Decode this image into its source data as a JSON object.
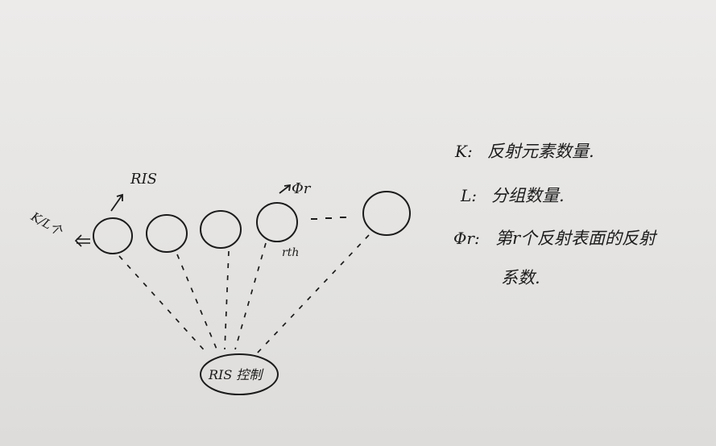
{
  "diagram": {
    "ris_label": "RIS",
    "rtk_label": "K/L个",
    "phi_label": "Φr",
    "r_label": "rth",
    "controller_label": "RIS 控制",
    "ellipsis": "…"
  },
  "legend": [
    {
      "symbol": "K:",
      "text": "反射元素数量."
    },
    {
      "symbol": "L:",
      "text": "分组数量."
    },
    {
      "symbol": "Φr:",
      "text": "第r个反射表面的反射"
    },
    {
      "symbol": "",
      "text": "系数."
    }
  ],
  "colors": {
    "ink": "#1b1b1b",
    "paper": "#e9e8e6"
  }
}
